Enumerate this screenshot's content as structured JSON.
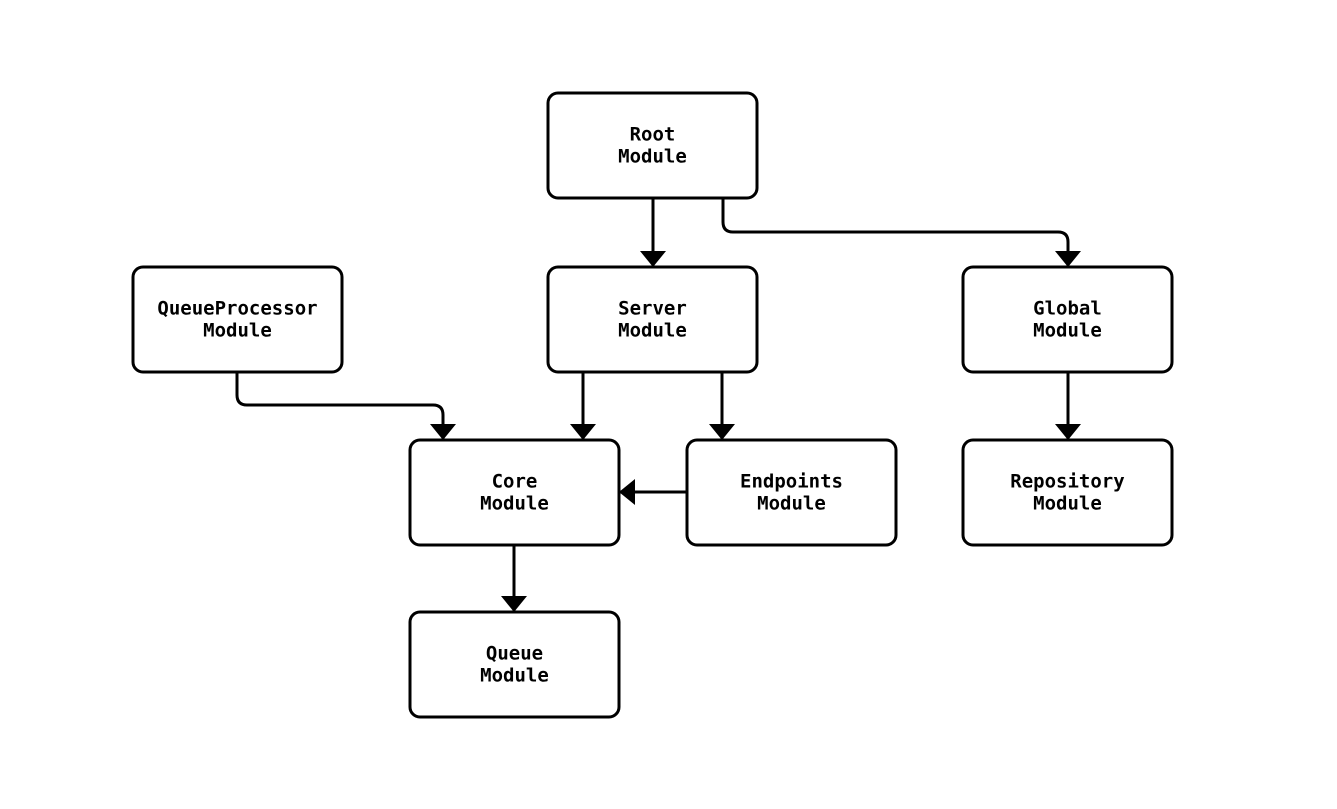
{
  "diagram": {
    "type": "module-dependency-graph",
    "background_color": "#ffffff",
    "node_fill_color": "#ffffff",
    "node_stroke_color": "#000000",
    "edge_color": "#000000",
    "text_color": "#000000",
    "nodes": [
      {
        "id": "root-module",
        "line1": "Root",
        "line2": "Module"
      },
      {
        "id": "queueprocessor-module",
        "line1": "QueueProcessor",
        "line2": "Module"
      },
      {
        "id": "server-module",
        "line1": "Server",
        "line2": "Module"
      },
      {
        "id": "global-module",
        "line1": "Global",
        "line2": "Module"
      },
      {
        "id": "core-module",
        "line1": "Core",
        "line2": "Module"
      },
      {
        "id": "endpoints-module",
        "line1": "Endpoints",
        "line2": "Module"
      },
      {
        "id": "repository-module",
        "line1": "Repository",
        "line2": "Module"
      },
      {
        "id": "queue-module",
        "line1": "Queue",
        "line2": "Module"
      }
    ],
    "edges": [
      {
        "from": "root-module",
        "to": "server-module"
      },
      {
        "from": "root-module",
        "to": "global-module"
      },
      {
        "from": "queueprocessor-module",
        "to": "core-module"
      },
      {
        "from": "server-module",
        "to": "core-module"
      },
      {
        "from": "server-module",
        "to": "endpoints-module"
      },
      {
        "from": "global-module",
        "to": "repository-module"
      },
      {
        "from": "endpoints-module",
        "to": "core-module"
      },
      {
        "from": "core-module",
        "to": "queue-module"
      }
    ]
  }
}
